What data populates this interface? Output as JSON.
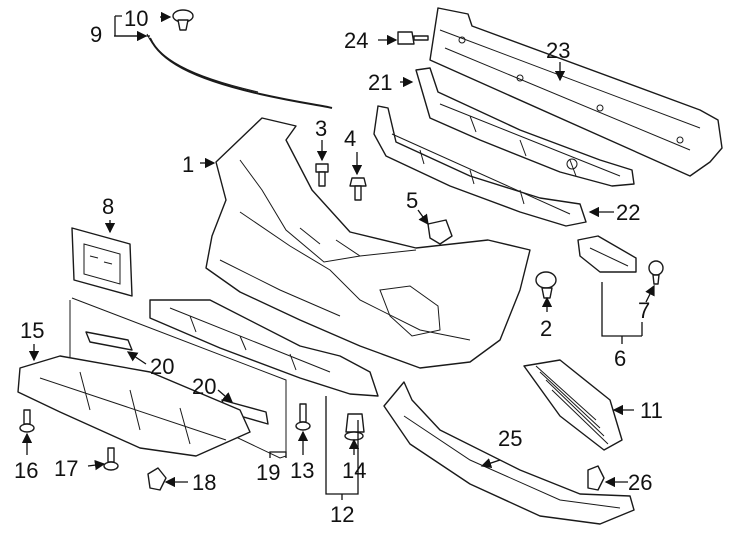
{
  "callouts": {
    "c1": "1",
    "c2": "2",
    "c3": "3",
    "c4": "4",
    "c5": "5",
    "c6": "6",
    "c7": "7",
    "c8": "8",
    "c9": "9",
    "c10": "10",
    "c11": "11",
    "c12": "12",
    "c13": "13",
    "c14": "14",
    "c15": "15",
    "c16": "16",
    "c17": "17",
    "c18": "18",
    "c19": "19",
    "c20a": "20",
    "c20b": "20",
    "c21": "21",
    "c22": "22",
    "c23": "23",
    "c24": "24",
    "c25": "25",
    "c26": "26"
  }
}
